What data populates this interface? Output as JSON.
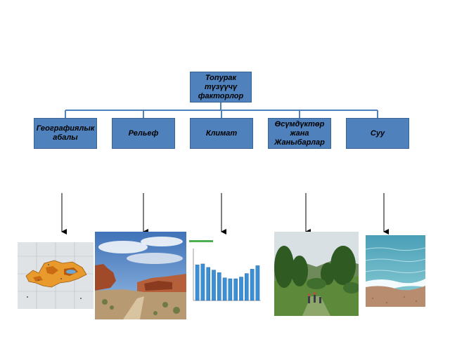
{
  "diagram": {
    "root": "Топурак түзүүчү факторлор",
    "children": [
      "Географиялык абалы",
      "Рельеф",
      "Климат",
      "Өсүмдүктөр жана Жаныбарлар",
      "Суу"
    ]
  },
  "colors": {
    "box": "#4f81bd",
    "border": "#3a6494",
    "connector": "#4f81bd",
    "arrow": "#000000"
  },
  "images": [
    {
      "icon": "kyrgyzstan-map-icon"
    },
    {
      "icon": "canyon-landscape-icon"
    },
    {
      "icon": "climate-bar-chart-icon",
      "bar_levels": [
        0.82,
        0.84,
        0.76,
        0.7,
        0.64,
        0.52,
        0.5,
        0.5,
        0.54,
        0.62,
        0.72,
        0.8
      ]
    },
    {
      "icon": "forest-hikers-icon"
    },
    {
      "icon": "lake-shore-icon"
    }
  ]
}
